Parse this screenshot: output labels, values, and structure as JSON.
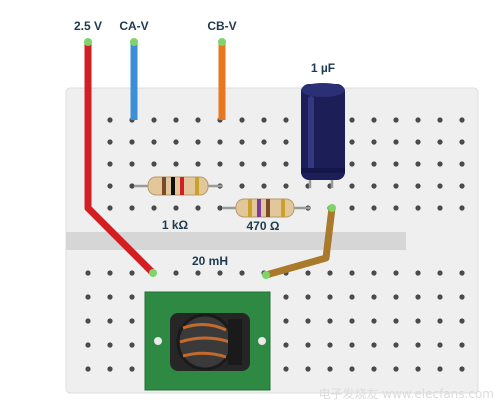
{
  "labels": {
    "v25": "2.5 V",
    "cav": "CA-V",
    "cbv": "CB-V",
    "cap": "1 µF",
    "r1": "1 kΩ",
    "r2": "470 Ω",
    "ind": "20 mH"
  },
  "watermark": "电子发烧友 www.elecfans.com",
  "colors": {
    "board": "#efefef",
    "hole": "#4a4a4a",
    "hole_active": "#7ed36b",
    "wire_25v": "#d11f24",
    "wire_cav": "#3a8fd6",
    "wire_cbv": "#e8781e",
    "wire_link": "#a87a2a",
    "pcb": "#2e8a43",
    "cap_body": "#1c1e57",
    "label_text": "#1f3a50"
  }
}
